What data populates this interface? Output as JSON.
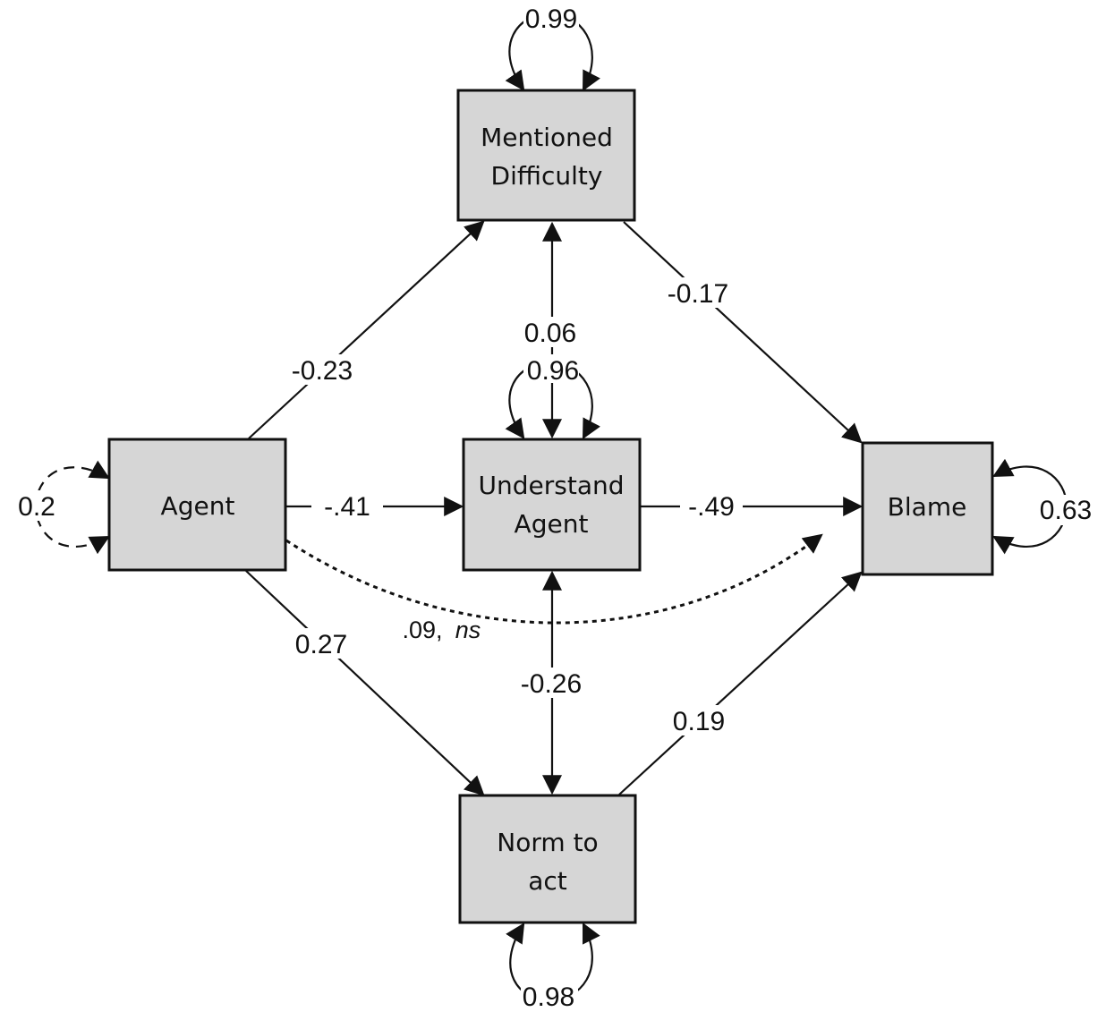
{
  "nodes": {
    "mentioned_difficulty": {
      "line1": "Mentioned",
      "line2": "Difficulty"
    },
    "agent": {
      "label": "Agent"
    },
    "understand_agent": {
      "line1": "Understand",
      "line2": "Agent"
    },
    "blame": {
      "label": "Blame"
    },
    "norm_to_act": {
      "line1": "Norm to",
      "line2": "act"
    }
  },
  "paths": {
    "agent_to_difficulty": "-0.23",
    "agent_to_understand": "-.41",
    "agent_to_norm": "0.27",
    "agent_to_blame": ".09,",
    "agent_to_blame_sig": "ns",
    "understand_to_blame": "-.49",
    "difficulty_to_blame": "-0.17",
    "norm_to_blame": "0.19",
    "difficulty_understand_cov": "0.06",
    "understand_norm_cov": "-0.26"
  },
  "variances": {
    "mentioned_difficulty": "0.99",
    "understand_agent": "0.96",
    "agent": "0.2",
    "blame": "0.63",
    "norm_to_act": "0.98"
  }
}
